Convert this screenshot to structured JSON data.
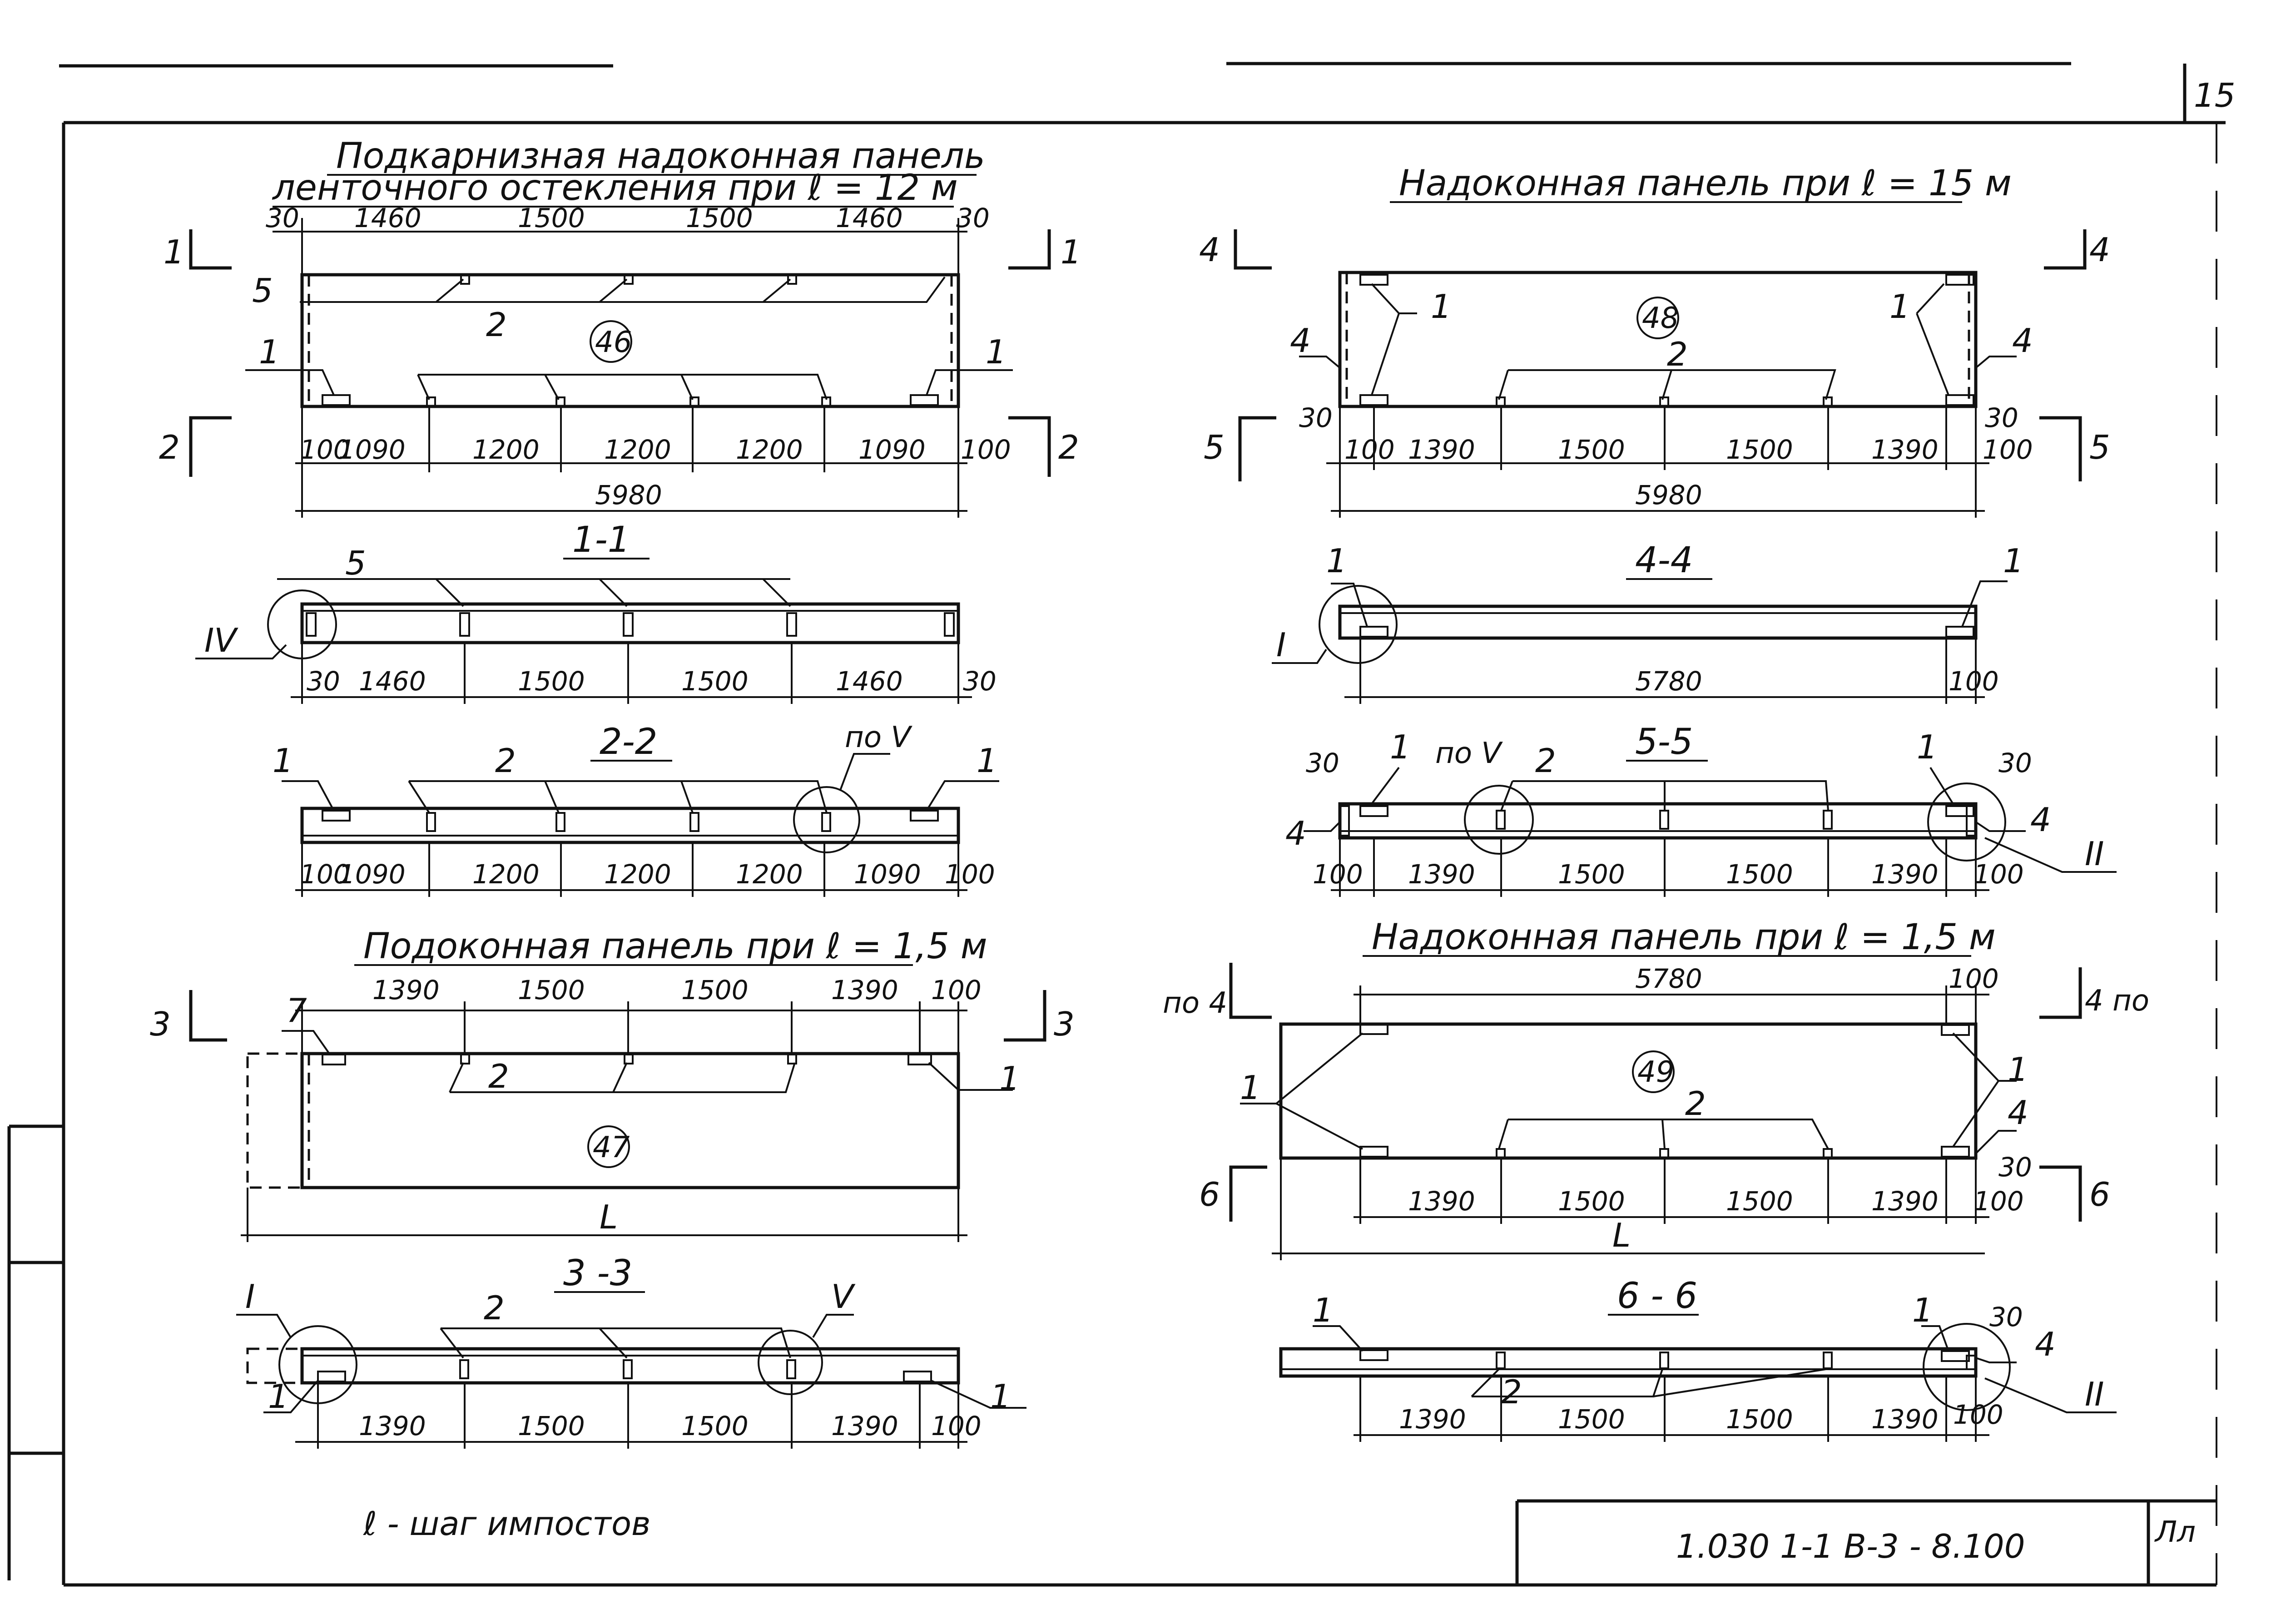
{
  "sheet": {
    "page_number": "15",
    "document_code": "1.030 1-1 В-3 - 8.100",
    "sheet_corner": "Лл",
    "note": "ℓ - шаг импостов"
  },
  "panel_46": {
    "title_line1": "Подкарнизная надоконная панель",
    "title_line2": "ленточного остекления при ℓ = 12 м",
    "id": "46",
    "top_dims": [
      "30",
      "1460",
      "1500",
      "1500",
      "1460",
      "30"
    ],
    "bottom_dims": [
      "100",
      "1090",
      "1200",
      "1200",
      "1200",
      "1090",
      "100"
    ],
    "overall": "5980",
    "callouts": [
      "5",
      "1",
      "2",
      "1"
    ],
    "cut_marks": [
      "1",
      "1",
      "2",
      "2"
    ]
  },
  "section_1_1": {
    "title": "1-1",
    "callout": "5",
    "node": "IV",
    "dims": [
      "30",
      "1460",
      "1500",
      "1500",
      "1460",
      "30"
    ]
  },
  "section_2_2": {
    "title": "2-2",
    "callouts": [
      "1",
      "2",
      "1"
    ],
    "node": "по V",
    "dims": [
      "100",
      "1090",
      "1200",
      "1200",
      "1200",
      "1090",
      "100"
    ]
  },
  "panel_47": {
    "title": "Подоконная панель при ℓ = 1,5 м",
    "id": "47",
    "top_dims": [
      "1390",
      "1500",
      "1500",
      "1390",
      "100"
    ],
    "overall": "L",
    "callouts": [
      "7",
      "2",
      "1"
    ],
    "cut_marks": [
      "3",
      "3"
    ]
  },
  "section_3_3": {
    "title": "3 -3",
    "callouts": [
      "2",
      "1",
      "1"
    ],
    "nodes": [
      "I",
      "V"
    ],
    "dims": [
      "1390",
      "1500",
      "1500",
      "1390",
      "100"
    ]
  },
  "panel_48": {
    "title": "Надоконная панель при ℓ = 15 м",
    "id": "48",
    "bottom_dims": [
      "100",
      "1390",
      "1500",
      "1500",
      "1390",
      "100"
    ],
    "side_dims": [
      "30",
      "30"
    ],
    "overall": "5980",
    "callouts": [
      "4",
      "1",
      "1",
      "2",
      "4"
    ],
    "cut_marks": [
      "4",
      "4",
      "5",
      "5"
    ]
  },
  "section_4_4": {
    "title": "4-4",
    "callouts": [
      "1",
      "1"
    ],
    "node": "I",
    "dims": [
      "5780",
      "100"
    ]
  },
  "section_5_5": {
    "title": "5-5",
    "callouts": [
      "30",
      "1",
      "2",
      "1",
      "30",
      "4",
      "4"
    ],
    "nodes": [
      "по V",
      "II"
    ],
    "dims": [
      "100",
      "1390",
      "1500",
      "1500",
      "1390",
      "100"
    ]
  },
  "panel_49": {
    "title": "Надоконная панель при ℓ = 1,5 м",
    "id": "49",
    "top_dims": [
      "5780",
      "100"
    ],
    "bottom_dims": [
      "1390",
      "1500",
      "1500",
      "1390",
      "100"
    ],
    "side_dim": "30",
    "overall": "L",
    "callouts": [
      "1",
      "2",
      "1",
      "4"
    ],
    "cut_marks": [
      "по 4",
      "4 по",
      "6",
      "6"
    ]
  },
  "section_6_6": {
    "title": "6 - 6",
    "callouts": [
      "1",
      "1",
      "30",
      "4",
      "2"
    ],
    "node": "II",
    "dims": [
      "1390",
      "1500",
      "1500",
      "1390",
      "100"
    ]
  }
}
